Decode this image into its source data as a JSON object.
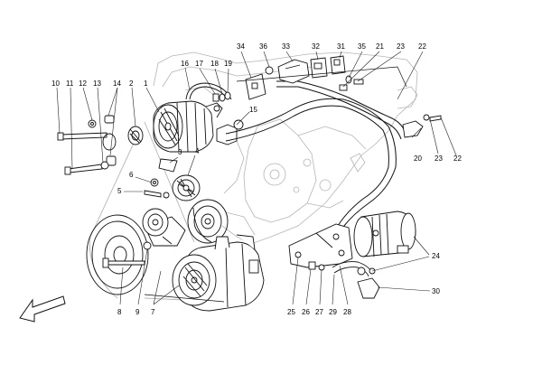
{
  "diagram": {
    "colors": {
      "line": "#111111",
      "ghost": "#b5b5b5",
      "leader": "#222222"
    },
    "callouts": [
      {
        "id": "34",
        "text": "34"
      },
      {
        "id": "36",
        "text": "36"
      },
      {
        "id": "33",
        "text": "33"
      },
      {
        "id": "32",
        "text": "32"
      },
      {
        "id": "31",
        "text": "31"
      },
      {
        "id": "35",
        "text": "35"
      },
      {
        "id": "21",
        "text": "21"
      },
      {
        "id": "23a",
        "text": "23"
      },
      {
        "id": "22a",
        "text": "22"
      },
      {
        "id": "16",
        "text": "16"
      },
      {
        "id": "17",
        "text": "17"
      },
      {
        "id": "18",
        "text": "18"
      },
      {
        "id": "19",
        "text": "19"
      },
      {
        "id": "15",
        "text": "15"
      },
      {
        "id": "10",
        "text": "10"
      },
      {
        "id": "11",
        "text": "11"
      },
      {
        "id": "12",
        "text": "12"
      },
      {
        "id": "13",
        "text": "13"
      },
      {
        "id": "14",
        "text": "14"
      },
      {
        "id": "2",
        "text": "2"
      },
      {
        "id": "1",
        "text": "1"
      },
      {
        "id": "3",
        "text": "3"
      },
      {
        "id": "4",
        "text": "4"
      },
      {
        "id": "6",
        "text": "6"
      },
      {
        "id": "5",
        "text": "5"
      },
      {
        "id": "20",
        "text": "20"
      },
      {
        "id": "23b",
        "text": "23"
      },
      {
        "id": "22b",
        "text": "22"
      },
      {
        "id": "24",
        "text": "24"
      },
      {
        "id": "30",
        "text": "30"
      },
      {
        "id": "8",
        "text": "8"
      },
      {
        "id": "9",
        "text": "9"
      },
      {
        "id": "7",
        "text": "7"
      },
      {
        "id": "25",
        "text": "25"
      },
      {
        "id": "26",
        "text": "26"
      },
      {
        "id": "27",
        "text": "27"
      },
      {
        "id": "29",
        "text": "29"
      },
      {
        "id": "28",
        "text": "28"
      }
    ]
  }
}
